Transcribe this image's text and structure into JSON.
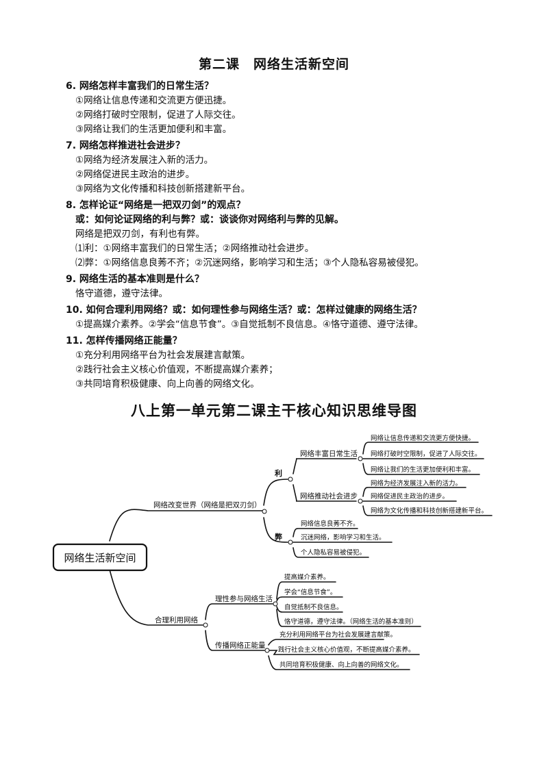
{
  "document": {
    "title": "第二课　网络生活新空间",
    "qa": [
      {
        "q": "6. 网络怎样丰富我们的日常生活？",
        "a": [
          "①网络让信息传递和交流更方便迅捷。",
          "②网络打破时空限制，促进了人际交往。",
          "③网络让我们的生活更加便利和丰富。"
        ]
      },
      {
        "q": "7. 网络怎样推进社会进步？",
        "a": [
          "①网络为经济发展注入新的活力。",
          "②网络促进民主政治的进步。",
          "③网络为文化传播和科技创新搭建新平台。"
        ]
      },
      {
        "q": "8. 怎样论证“网络是一把双刃剑”的观点？",
        "q2": "或：如何论证网络的利与弊？或：谈谈你对网络利与弊的见解。",
        "a": [
          "网络是把双刃剑，有利也有弊。",
          "⑴利：①网络丰富我们的日常生活；②网络推动社会进步。",
          "⑵弊：①网络信息良莠不齐；②沉迷网络，影响学习和生活；③个人隐私容易被侵犯。"
        ]
      },
      {
        "q": "9. 网络生活的基本准则是什么？",
        "a": [
          "恪守道德，遵守法律。"
        ]
      },
      {
        "q": "10. 如何合理利用网络？或：如何理性参与网络生活？或：怎样过健康的网络生活？",
        "a": [
          "①提高媒介素养。②学会“信息节食”。③自觉抵制不良信息。④恪守道德、遵守法律。"
        ]
      },
      {
        "q": "11. 怎样传播网络正能量？",
        "a": [
          "①充分利用网络平台为社会发展建言献策。",
          "②践行社会主义核心价值观，不断提高媒介素养；",
          "③共同培育积极健康、向上向善的网络文化。"
        ]
      }
    ]
  },
  "mindmap": {
    "title": "八上第一单元第二课主干核心知识思维导图",
    "root": "网络生活新空间",
    "branch1": "网络改变世界（网络是把双刃剑）",
    "li": "利",
    "bi": "弊",
    "li_sub1": "网络丰富日常生活",
    "li_sub1_items": [
      "网络让信息传递和交流更方便快捷。",
      "网络打破时空限制，促进了人际交往。",
      "网络让我们的生活更加便利和丰富。"
    ],
    "li_sub2": "网络推动社会进步",
    "li_sub2_items": [
      "网络为经济发展注入新的活力。",
      "网络促进民主政治的进步。",
      "网络为文化传播和科技创新搭建新平台。"
    ],
    "bi_items": [
      "网络信息良莠不齐。",
      "沉迷网络，影响学习和生活。",
      "个人隐私容易被侵犯。"
    ],
    "branch2": "合理利用网络",
    "b2_sub1": "理性参与网络生活",
    "b2_sub1_items": [
      "提高媒介素养。",
      "学会“信息节食”。",
      "自觉抵制不良信息。",
      "恪守道德，遵守法律。（网络生活的基本准则）"
    ],
    "b2_sub2": "传播网络正能量",
    "b2_sub2_items": [
      "充分利用网络平台为社会发展建言献策。",
      "践行社会主义核心价值观，不断提高媒介素养。",
      "共同培育积极健康、向上向善的网络文化。"
    ]
  }
}
